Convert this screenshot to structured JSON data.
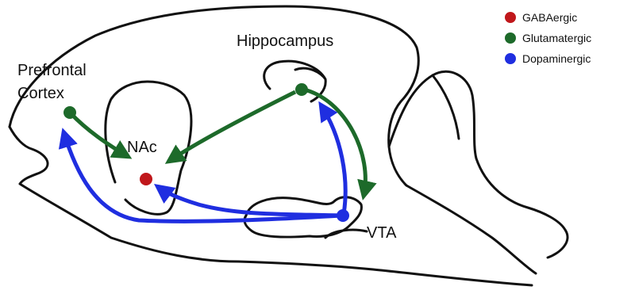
{
  "legend": [
    {
      "label": "GABAergic",
      "color": "#c0171b"
    },
    {
      "label": "Glutamatergic",
      "color": "#1d6a2a"
    },
    {
      "label": "Dopaminergic",
      "color": "#1f2ee0"
    }
  ],
  "regions": {
    "prefrontal_line1": "Prefrontal",
    "prefrontal_line2": "Cortex",
    "hippocampus": "Hippocampus",
    "nac": "NAc",
    "vta": "VTA"
  },
  "colors": {
    "outline": "#111111",
    "glutamatergic": "#1d6a2a",
    "dopaminergic": "#1f2ee0",
    "gabaergic": "#c0171b"
  }
}
